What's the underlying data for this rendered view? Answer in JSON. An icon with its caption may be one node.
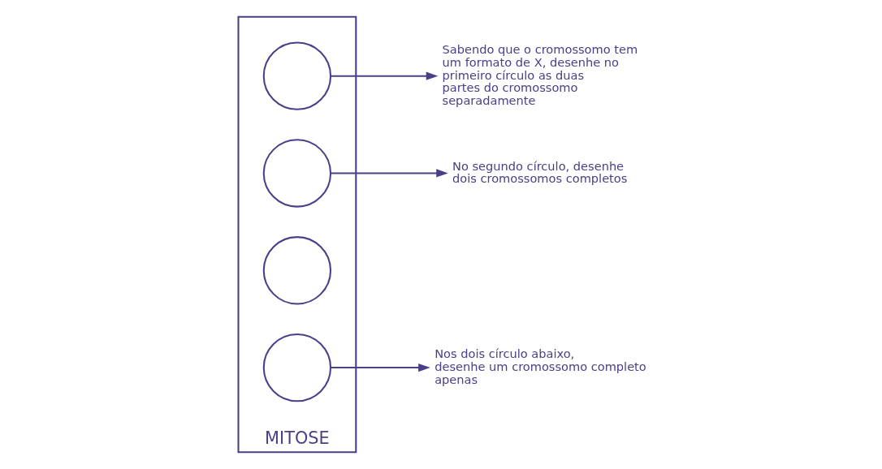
{
  "diagram": {
    "nodes": [
      {
        "text": [
          "MITOSE"
        ]
      },
      {
        "text": [],
        "shape": "circle",
        "in": 0
      },
      {
        "text": [],
        "shape": "circle",
        "in": 0
      },
      {
        "text": [],
        "shape": "circle",
        "in": 0
      },
      {
        "text": [],
        "shape": "circle",
        "in": 0
      },
      {
        "text": [
          "Sabendo que o cromossomo tem um formato de X, desenhe no primeiro círculo as duas partes do cromossomo separadamente"
        ]
      },
      {
        "text": [
          "No segundo círculo, desenhe dois cromossomos completos"
        ]
      },
      {
        "text": [
          "Nos dois círculo abaixo, desenhe um cromossomo completo apenas"
        ]
      }
    ],
    "edges": [
      {
        "from": 1,
        "to": 5,
        "arrow": "to"
      },
      {
        "from": 2,
        "to": 6,
        "arrow": "to"
      },
      {
        "from": 4,
        "to": 7,
        "arrow": "to"
      }
    ]
  }
}
